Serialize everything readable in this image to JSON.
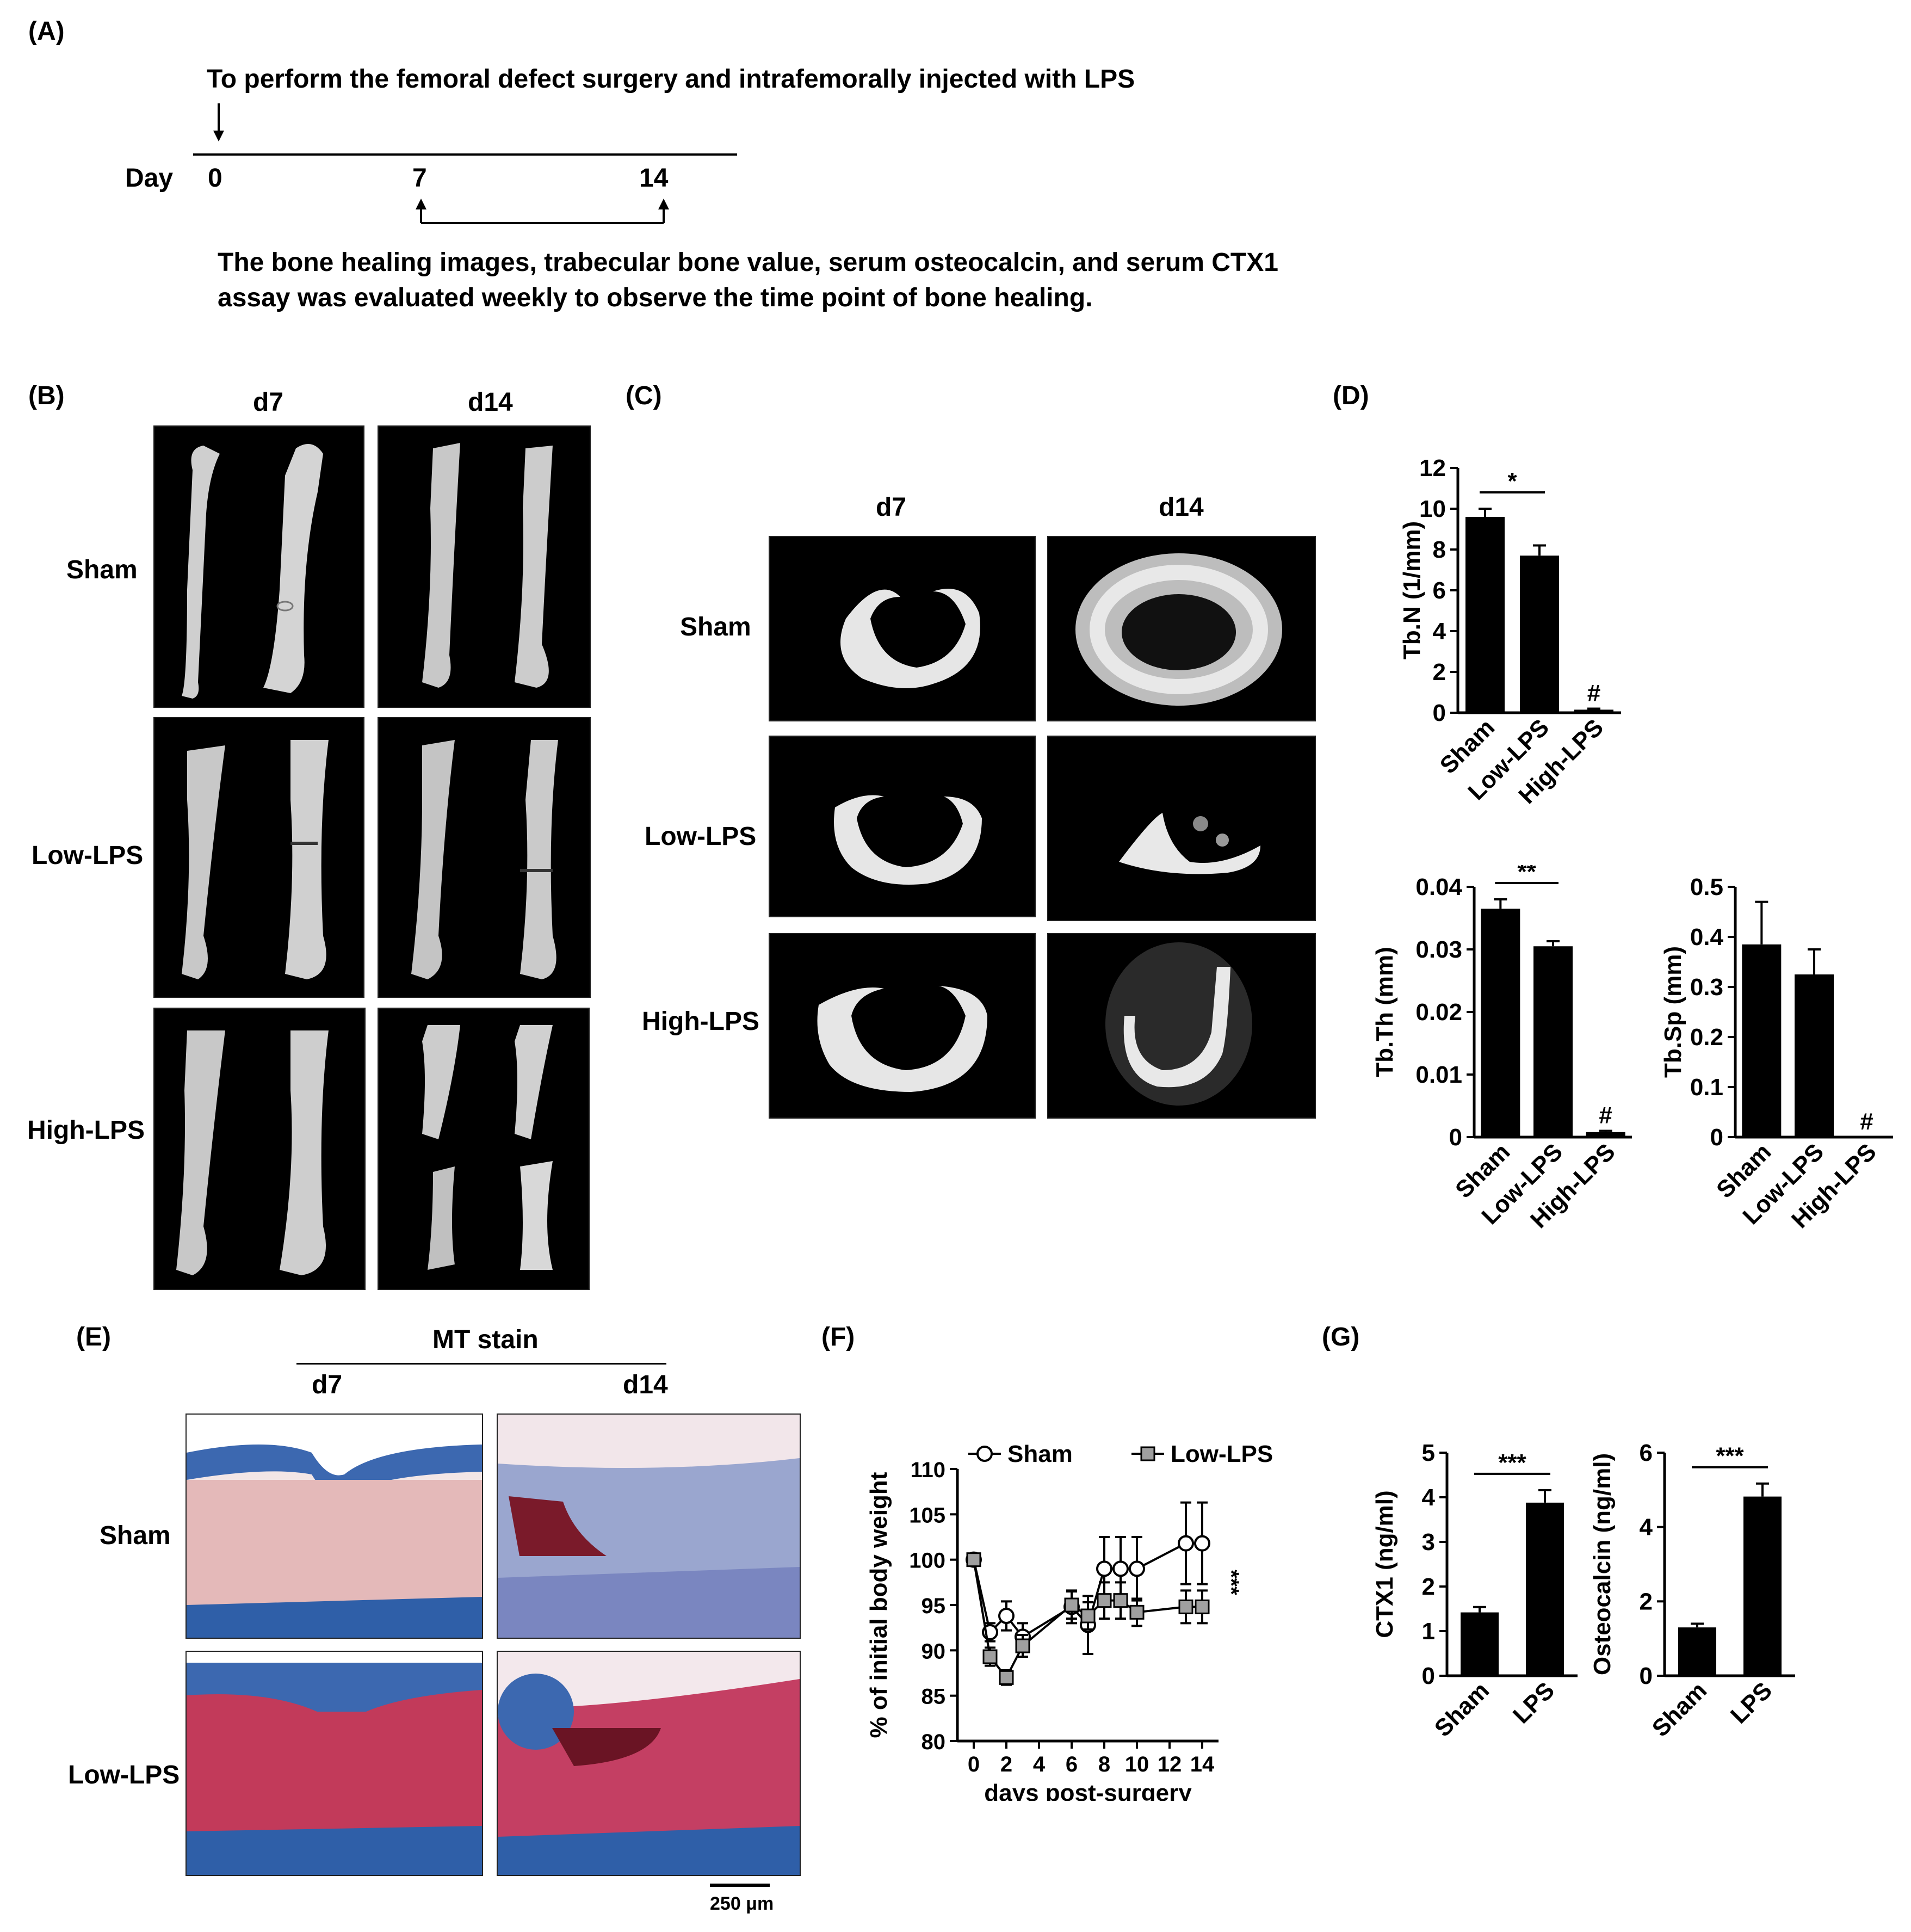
{
  "panels": {
    "A": "(A)",
    "B": "(B)",
    "C": "(C)",
    "D": "(D)",
    "E": "(E)",
    "F": "(F)",
    "G": "(G)"
  },
  "timeline": {
    "top_text": "To perform the femoral defect surgery and intrafemorally injected with LPS",
    "day_label": "Day",
    "days": [
      "0",
      "7",
      "14"
    ],
    "bottom_text_1": "The bone healing images, trabecular bone value, serum osteocalcin, and serum CTX1",
    "bottom_text_2": "assay was evaluated weekly to observe the time point of bone healing."
  },
  "panel_b": {
    "cols": [
      "d7",
      "d14"
    ],
    "rows": [
      "Sham",
      "Low-LPS",
      "High-LPS"
    ]
  },
  "panel_c": {
    "cols": [
      "d7",
      "d14"
    ],
    "rows": [
      "Sham",
      "Low-LPS",
      "High-LPS"
    ]
  },
  "panel_e": {
    "header": "MT stain",
    "cols": [
      "d7",
      "d14"
    ],
    "rows": [
      "Sham",
      "Low-LPS"
    ],
    "scale_bar": "250 μm"
  },
  "colors": {
    "bar": "#000000",
    "sham_marker": "#ffffff",
    "lps_marker": "#a0a0a0",
    "mt_blue": "#2f5fa8",
    "mt_red": "#c23a5a"
  },
  "chart_data": [
    {
      "id": "tbn",
      "type": "bar",
      "categories": [
        "Sham",
        "Low-LPS",
        "High-LPS"
      ],
      "values": [
        9.6,
        7.7,
        0.15
      ],
      "errors": [
        0.4,
        0.5,
        0.05
      ],
      "ylabel": "Tb.N (1/mm)",
      "ylim": [
        0,
        12
      ],
      "yticks": [
        "0",
        "2",
        "4",
        "6",
        "8",
        "10",
        "12"
      ],
      "annotations": [
        {
          "text": "*",
          "between": [
            "Sham",
            "Low-LPS"
          ]
        },
        {
          "text": "#",
          "at": "High-LPS"
        }
      ]
    },
    {
      "id": "tbth",
      "type": "bar",
      "categories": [
        "Sham",
        "Low-LPS",
        "High-LPS"
      ],
      "values": [
        0.0365,
        0.0305,
        0.0008
      ],
      "errors": [
        0.0015,
        0.0008,
        0.0002
      ],
      "ylabel": "Tb.Th (mm)",
      "ylim": [
        0,
        0.04
      ],
      "yticks": [
        "0",
        "0.01",
        "0.02",
        "0.03",
        "0.04"
      ],
      "annotations": [
        {
          "text": "**",
          "between": [
            "Sham",
            "Low-LPS"
          ]
        },
        {
          "text": "#",
          "at": "High-LPS"
        }
      ]
    },
    {
      "id": "tbsp",
      "type": "bar",
      "categories": [
        "Sham",
        "Low-LPS",
        "High-LPS"
      ],
      "values": [
        0.385,
        0.325,
        0.0
      ],
      "errors": [
        0.085,
        0.05,
        0.0
      ],
      "ylabel": "Tb.Sp (mm)",
      "ylim": [
        0,
        0.5
      ],
      "yticks": [
        "0",
        "0.1",
        "0.2",
        "0.3",
        "0.4",
        "0.5"
      ],
      "annotations": [
        {
          "text": "#",
          "at": "High-LPS"
        }
      ]
    },
    {
      "id": "bodyweight",
      "type": "line",
      "xlabel": "days post-surgery",
      "ylabel": "% of initial body weight",
      "xlim": [
        -1,
        15
      ],
      "ylim": [
        80,
        110
      ],
      "xticks": [
        "0",
        "2",
        "4",
        "6",
        "8",
        "10",
        "12",
        "14"
      ],
      "yticks": [
        "80",
        "85",
        "90",
        "95",
        "100",
        "105",
        "110"
      ],
      "annotation": "***",
      "series": [
        {
          "name": "Sham",
          "x": [
            0,
            1,
            2,
            3,
            6,
            7,
            8,
            9,
            10,
            13,
            14
          ],
          "y": [
            100,
            92,
            93.8,
            91.5,
            94.8,
            92.8,
            99,
            99,
            99,
            101.8,
            101.8
          ],
          "err": [
            0,
            1,
            1.6,
            1.5,
            1.8,
            3.2,
            3.5,
            3.5,
            3.5,
            4.5,
            4.5
          ]
        },
        {
          "name": "Low-LPS",
          "x": [
            0,
            1,
            2,
            3,
            6,
            7,
            8,
            9,
            10,
            13,
            14
          ],
          "y": [
            100,
            89.3,
            87,
            90.5,
            95,
            93.8,
            95.5,
            95.5,
            94.2,
            94.8,
            94.8
          ],
          "err": [
            0,
            1,
            0.8,
            1.2,
            1.5,
            1.5,
            2,
            2,
            1.5,
            1.8,
            1.8
          ]
        }
      ]
    },
    {
      "id": "ctx1",
      "type": "bar",
      "categories": [
        "Sham",
        "LPS"
      ],
      "values": [
        1.42,
        3.88
      ],
      "errors": [
        0.12,
        0.28
      ],
      "ylabel": "CTX1 (ng/ml)",
      "ylim": [
        0,
        5
      ],
      "yticks": [
        "0",
        "1",
        "2",
        "3",
        "4",
        "5"
      ],
      "annotations": [
        {
          "text": "***",
          "between": [
            "Sham",
            "LPS"
          ]
        }
      ]
    },
    {
      "id": "osteocalcin",
      "type": "bar",
      "categories": [
        "Sham",
        "LPS"
      ],
      "values": [
        1.3,
        4.82
      ],
      "errors": [
        0.1,
        0.35
      ],
      "ylabel": "Osteocalcin (ng/ml)",
      "ylim": [
        0,
        6
      ],
      "yticks": [
        "0",
        "2",
        "4",
        "6"
      ],
      "annotations": [
        {
          "text": "***",
          "between": [
            "Sham",
            "LPS"
          ]
        }
      ]
    }
  ]
}
